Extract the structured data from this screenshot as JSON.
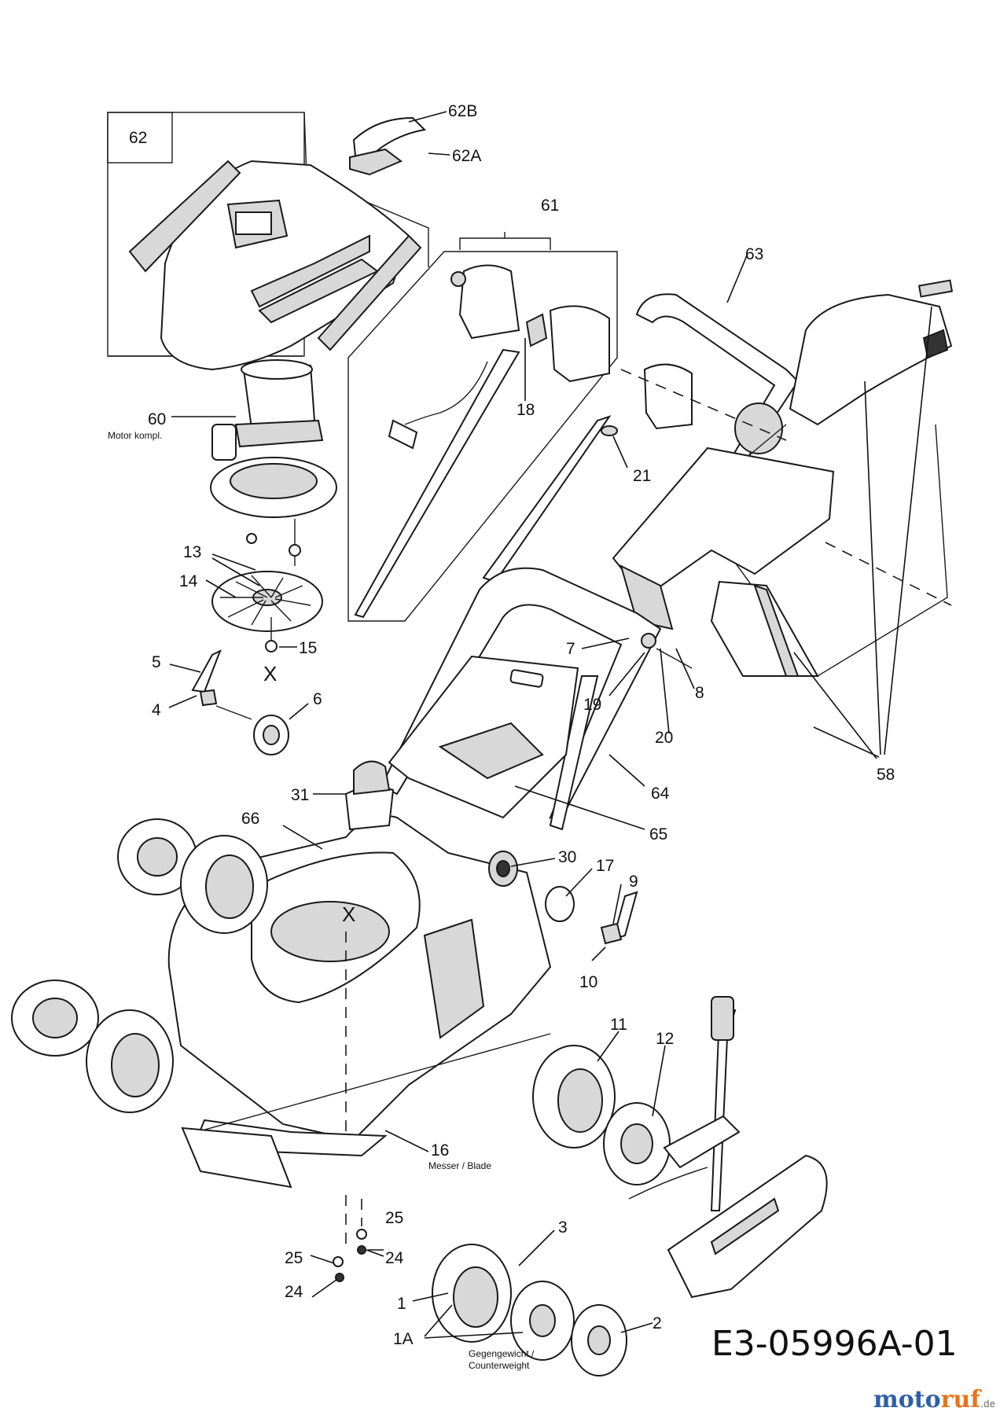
{
  "diagram": {
    "drawing_code": "E3-05996A-01",
    "watermark": {
      "brand_blue": "moto",
      "brand_orange": "ruf",
      "suffix": ".de"
    },
    "labels": {
      "p62": "62",
      "p62b": "62B",
      "p62a": "62A",
      "p61": "61",
      "p63": "63",
      "p60": "60",
      "motor": "Motor kompl.",
      "p18": "18",
      "p21": "21",
      "p13": "13",
      "p14": "14",
      "p15": "15",
      "x1": "X",
      "p5": "5",
      "p4": "4",
      "p6": "6",
      "p7": "7",
      "p19": "19",
      "p8": "8",
      "p20": "20",
      "p58": "58",
      "p64": "64",
      "p31": "31",
      "p65": "65",
      "p66": "66",
      "p30": "30",
      "p17": "17",
      "p9": "9",
      "x2": "X",
      "p10": "10",
      "p11": "11",
      "p12": "12",
      "p16": "16",
      "blade": "Messer / Blade",
      "p25a": "25",
      "p25b": "25",
      "p24a": "24",
      "p24b": "24",
      "p3": "3",
      "p1": "1",
      "p1a": "1A",
      "p2": "2",
      "cw1": "Gegengewicht /",
      "cw2": "Counterweight"
    }
  }
}
